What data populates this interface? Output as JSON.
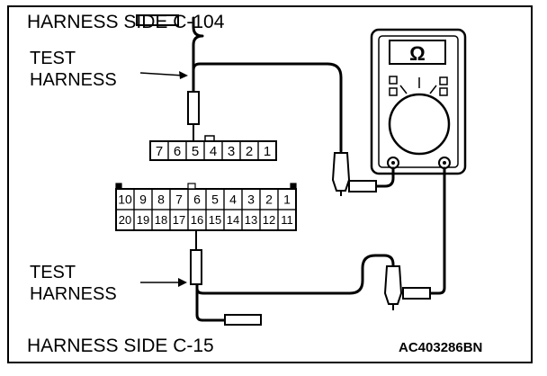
{
  "titles": {
    "top": "HARNESS SIDE C-104",
    "bottom": "HARNESS SIDE C-15"
  },
  "test_labels": {
    "upper": [
      "TEST",
      "HARNESS"
    ],
    "lower": [
      "TEST",
      "HARNESS"
    ]
  },
  "meter": {
    "symbol": "Ω"
  },
  "connector_c104": {
    "pins": [
      "7",
      "6",
      "5",
      "4",
      "3",
      "2",
      "1"
    ],
    "probed_pin": "5"
  },
  "connector_c15": {
    "top_row": [
      "10",
      "9",
      "8",
      "7",
      "6",
      "5",
      "4",
      "3",
      "2",
      "1"
    ],
    "bottom_row": [
      "20",
      "19",
      "18",
      "17",
      "16",
      "15",
      "14",
      "13",
      "12",
      "11"
    ],
    "probed_pin": "16"
  },
  "figure_code": "AC403286BN",
  "colors": {
    "ink": "#000000",
    "paper": "#ffffff"
  }
}
